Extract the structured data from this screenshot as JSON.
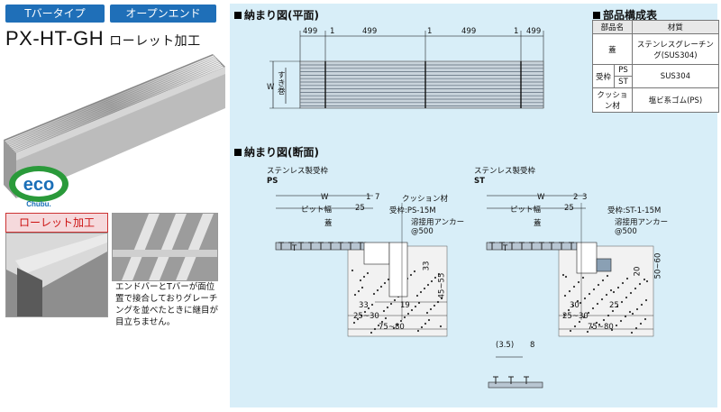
{
  "tags": {
    "t_bar": "Tバータイプ",
    "open_end": "オープンエンド"
  },
  "model": {
    "code": "PX-HT-GH",
    "subtitle": "ローレット加工"
  },
  "eco": {
    "word": "eco",
    "sub": "Chubu."
  },
  "knurl_label": "ローレット加工",
  "caption": "エンドバーとTバーが面位置で接合しておりグレーチングを並べたときに継目が目立ちません。",
  "plan": {
    "title": "納まり図(平面)",
    "dims": [
      "499",
      "1",
      "499",
      "1",
      "499",
      "1",
      "499"
    ],
    "w_label": "W",
    "gap_label": "すき巻"
  },
  "section": {
    "title": "納まり図(断面)",
    "ps": {
      "name": "ステンレス製受枠",
      "code": "PS",
      "w": "W",
      "d1": "1",
      "d2": "7",
      "pit": "ピット幅",
      "p25": "25",
      "cover": "蓋",
      "cushion": "クッション材",
      "frame": "受枠:PS-15M",
      "anchor": "溶接用アンカー",
      "pitch": "@500",
      "t": "T",
      "d33v": "33",
      "d4555": "45~55",
      "d33h": "33",
      "d19": "19",
      "d2530": "25~30",
      "d7580": "75~80"
    },
    "st": {
      "name": "ステンレス製受枠",
      "code": "ST",
      "w": "W",
      "d1": "2",
      "d2": "3",
      "pit": "ピット幅",
      "p25": "25",
      "cover": "蓋",
      "frame": "受枠:ST-1-15M",
      "anchor": "溶接用アンカー",
      "pitch": "@500",
      "t": "T",
      "d20": "20",
      "d5060": "50~60",
      "d30": "30",
      "d25": "25",
      "d2530": "25~30",
      "d7580": "75~80"
    },
    "detail": {
      "d35": "(3.5)",
      "d8": "8"
    }
  },
  "parts": {
    "title": "部品構成表",
    "h_name": "部品名",
    "h_mat": "材質",
    "rows": [
      {
        "name": "蓋",
        "mat": "ステンレスグレーチング(SUS304)"
      },
      {
        "name": "受枠",
        "sub1": "PS",
        "sub2": "ST",
        "mat": "SUS304"
      },
      {
        "name": "クッション材",
        "mat": "塩ビ系ゴム(PS)"
      }
    ]
  }
}
